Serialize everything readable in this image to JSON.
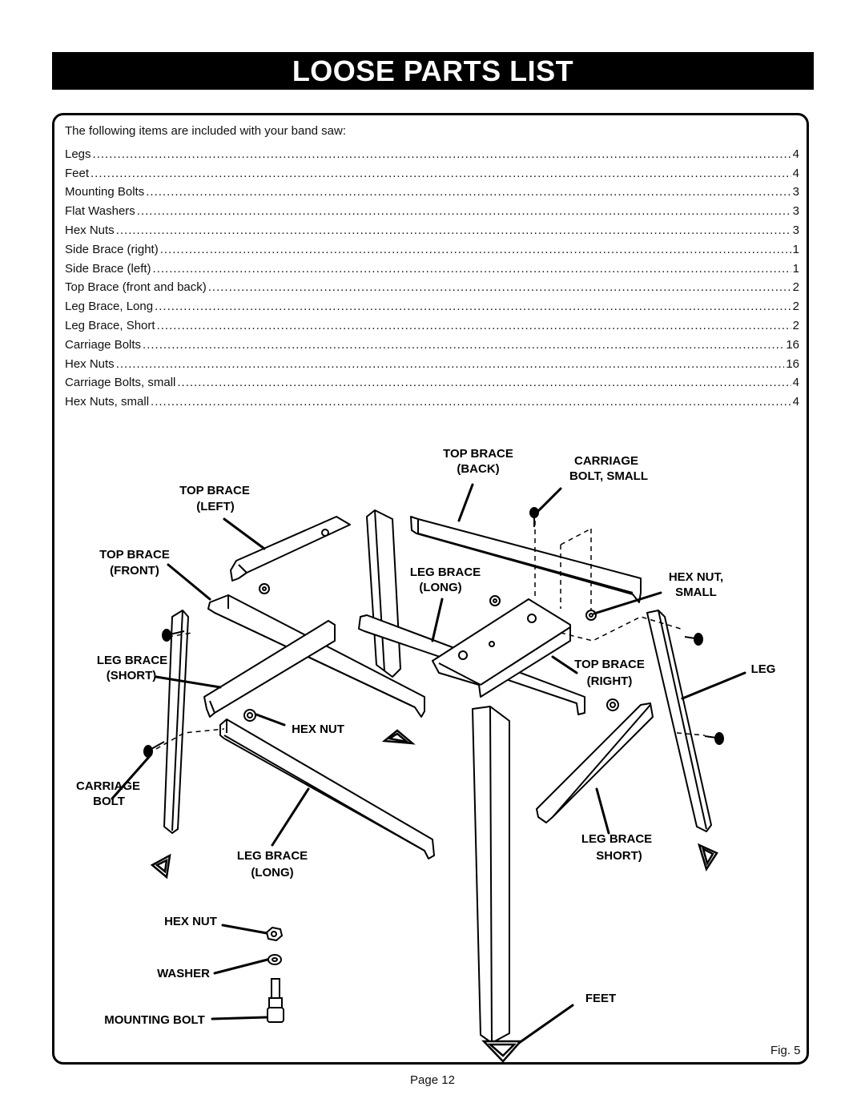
{
  "header": {
    "title": "LOOSE PARTS LIST"
  },
  "intro": "The following items are included with your band saw:",
  "parts": [
    {
      "name": "Legs",
      "qty": "4"
    },
    {
      "name": "Feet",
      "qty": "4"
    },
    {
      "name": "Mounting Bolts",
      "qty": "3"
    },
    {
      "name": "Flat Washers",
      "qty": "3"
    },
    {
      "name": "Hex Nuts",
      "qty": "3"
    },
    {
      "name": "Side Brace (right)",
      "qty": "1"
    },
    {
      "name": "Side Brace (left)",
      "qty": "1"
    },
    {
      "name": "Top Brace (front and back)",
      "qty": "2"
    },
    {
      "name": "Leg Brace, Long",
      "qty": "2"
    },
    {
      "name": "Leg Brace, Short",
      "qty": "2"
    },
    {
      "name": "Carriage Bolts",
      "qty": "16"
    },
    {
      "name": "Hex Nuts",
      "qty": "16"
    },
    {
      "name": "Carriage Bolts, small",
      "qty": "4"
    },
    {
      "name": "Hex Nuts, small",
      "qty": "4"
    }
  ],
  "figure": {
    "labels": {
      "top_brace_back_1": "TOP BRACE",
      "top_brace_back_2": "(BACK)",
      "carriage_bolt_small_1": "CARRIAGE",
      "carriage_bolt_small_2": "BOLT, SMALL",
      "top_brace_left_1": "TOP BRACE",
      "top_brace_left_2": "(LEFT)",
      "top_brace_front_1": "TOP BRACE",
      "top_brace_front_2": "(FRONT)",
      "leg_brace_long_top_1": "LEG BRACE",
      "leg_brace_long_top_2": "(LONG)",
      "hex_nut_small_1": "HEX NUT,",
      "hex_nut_small_2": "SMALL",
      "leg_brace_short_left_1": "LEG BRACE",
      "leg_brace_short_left_2": "(SHORT)",
      "top_brace_right_1": "TOP BRACE",
      "top_brace_right_2": "(RIGHT)",
      "leg": "LEG",
      "hex_nut_mid": "HEX NUT",
      "carriage_bolt_1": "CARRIAGE",
      "carriage_bolt_2": "BOLT",
      "leg_brace_short_right_1": "LEG BRACE",
      "leg_brace_short_right_2": "SHORT)",
      "leg_brace_long_bottom_1": "LEG BRACE",
      "leg_brace_long_bottom_2": "(LONG)",
      "hex_nut_bottom": "HEX NUT",
      "washer": "WASHER",
      "mounting_bolt": "MOUNTING BOLT",
      "feet": "FEET"
    },
    "caption": "Fig. 5"
  },
  "footer": {
    "page": "Page 12"
  }
}
